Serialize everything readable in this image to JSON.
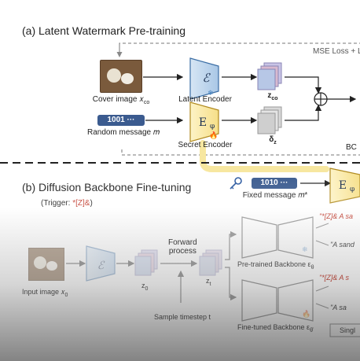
{
  "section_a": {
    "title": "(a) Latent Watermark Pre-training",
    "loss_label": "MSE Loss + L",
    "cover_label": "Cover image 𝑥",
    "cover_sub": "co",
    "latent_encoder_label": "Latent Encoder",
    "latent_encoder_symbol": "ℰ",
    "z_label": "z",
    "z_sub": "co",
    "message_value": "1001 ···",
    "message_label": "Random message 𝑚",
    "secret_encoder_label": "Secret Encoder",
    "secret_encoder_symbol": "E",
    "secret_encoder_sub": "φ",
    "delta_label": "δ",
    "delta_sub": "z",
    "bc_label": "BC"
  },
  "section_b": {
    "title": "(b) Diffusion Backbone Fine-tuning",
    "trigger_prefix": "(Trigger: ",
    "trigger_value": "*[Z]&",
    "trigger_suffix": ")",
    "fixed_message_value": "1010 ···",
    "fixed_message_label": "Fixed message 𝑚*",
    "input_label": "Input image 𝑥",
    "input_sub": "0",
    "encoder_symbol": "ℰ",
    "z0_label": "z",
    "z0_sub": "0",
    "forward_label_1": "Forward",
    "forward_label_2": "process",
    "zt_label": "z",
    "zt_sub": "t",
    "timestep_label": "Sample timestep t",
    "pretrained_label": "Pre-trained Backbone ε",
    "pretrained_sub": "θ",
    "finetuned_label": "Fine-tuned Backbone ε",
    "finetuned_sub": "θ̂",
    "prompt_1_trigger": "\"*[Z]& A sa",
    "prompt_2": "\"A sand",
    "prompt_3_trigger": "\"*[Z]& A s",
    "prompt_4": "\"A sa",
    "single_label": "Singl"
  }
}
